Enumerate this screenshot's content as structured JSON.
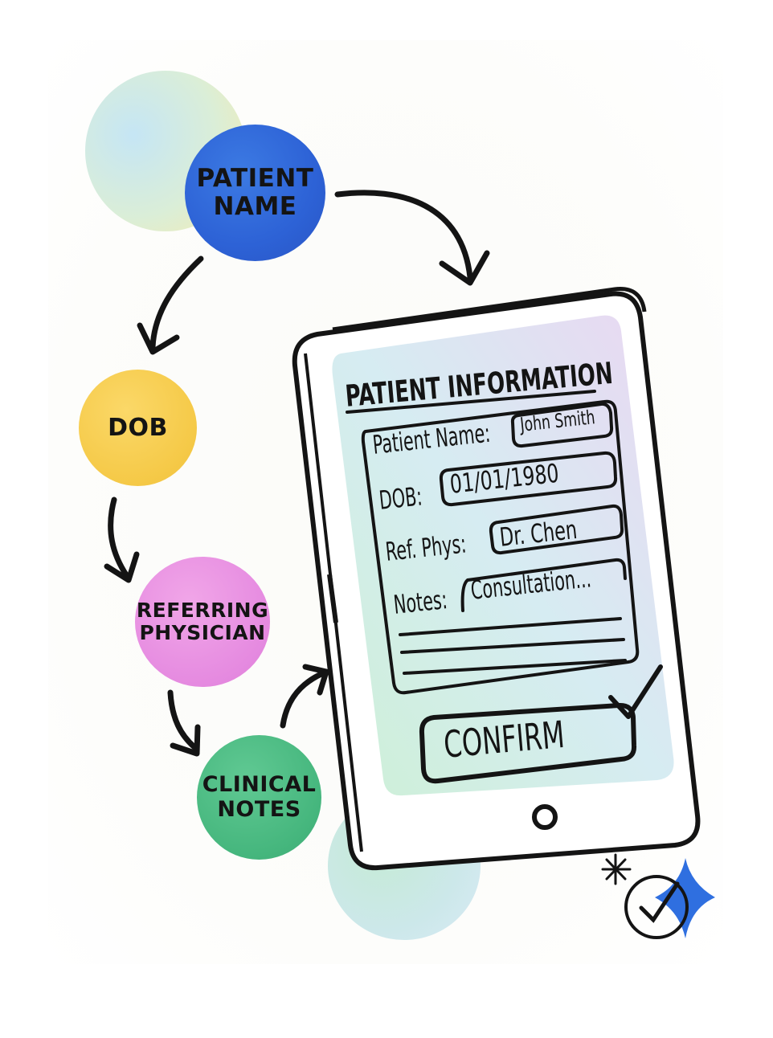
{
  "flow": {
    "steps": [
      {
        "label": "PATIENT\nNAME",
        "color": "#2d62d6"
      },
      {
        "label": "DOB",
        "color": "#f5c947"
      },
      {
        "label": "REFERRING\nPHYSICIAN",
        "color": "#e58ae0"
      },
      {
        "label": "CLINICAL\nNOTES",
        "color": "#45b67d"
      }
    ]
  },
  "form": {
    "title": "PATIENT INFORMATION",
    "fields": [
      {
        "label": "Patient Name:",
        "value": "John Smith"
      },
      {
        "label": "DOB:",
        "value": "01/01/1980"
      },
      {
        "label": "Ref. Phys:",
        "value": "Dr. Chen"
      },
      {
        "label": "Notes:",
        "value": "Consultation..."
      }
    ],
    "confirm_label": "CONFIRM"
  },
  "colors": {
    "screen_gradient": [
      "#cdf0d6",
      "#d6ecf2",
      "#ead7f2"
    ],
    "outline": "#141414",
    "badge_blue": "#2f6fe0"
  },
  "icons": {
    "flow_arrows": "arrow-icon",
    "confirm_check": "checkmark-icon",
    "sparkle": "sparkle-icon",
    "verified_badge": "verified-badge-icon"
  }
}
